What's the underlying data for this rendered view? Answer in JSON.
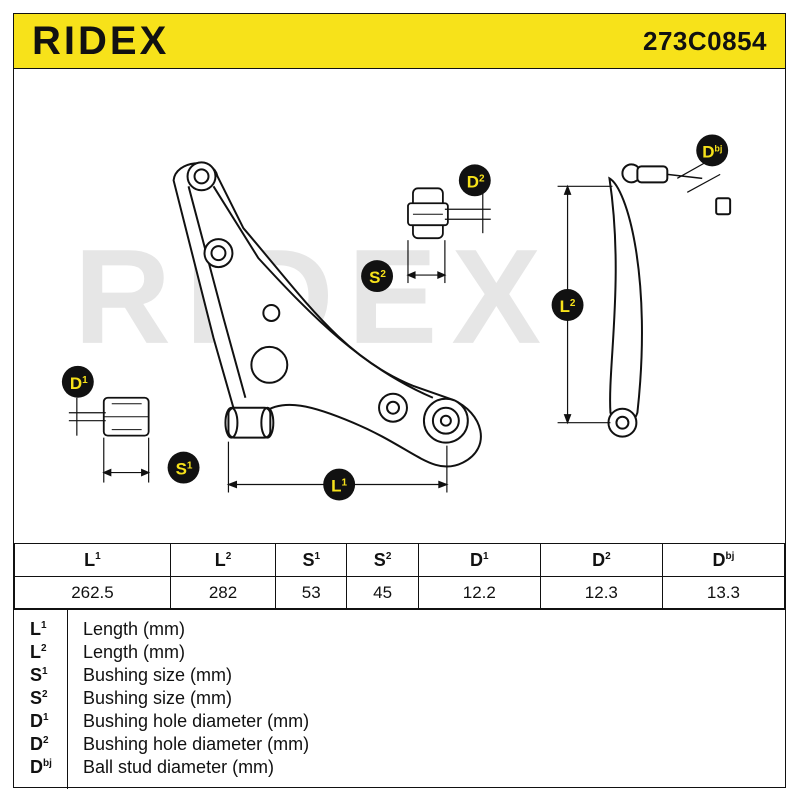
{
  "header": {
    "brand": "RIDEX",
    "part_number": "273C0854"
  },
  "callouts": [
    {
      "sym": "D",
      "sup": "1"
    },
    {
      "sym": "S",
      "sup": "1"
    },
    {
      "sym": "L",
      "sup": "1"
    },
    {
      "sym": "D",
      "sup": "2"
    },
    {
      "sym": "S",
      "sup": "2"
    },
    {
      "sym": "L",
      "sup": "2"
    },
    {
      "sym": "D",
      "sup": "bj"
    }
  ],
  "watermark": "RIDEX",
  "spec": {
    "headers": [
      {
        "sym": "L",
        "sup": "1"
      },
      {
        "sym": "L",
        "sup": "2"
      },
      {
        "sym": "S",
        "sup": "1"
      },
      {
        "sym": "S",
        "sup": "2"
      },
      {
        "sym": "D",
        "sup": "1"
      },
      {
        "sym": "D",
        "sup": "2"
      },
      {
        "sym": "D",
        "sup": "bj"
      }
    ],
    "values": [
      "262.5",
      "282",
      "53",
      "45",
      "12.2",
      "12.3",
      "13.3"
    ]
  },
  "legend": [
    {
      "sym": "L",
      "sup": "1",
      "desc": "Length (mm)"
    },
    {
      "sym": "L",
      "sup": "2",
      "desc": "Length (mm)"
    },
    {
      "sym": "S",
      "sup": "1",
      "desc": "Bushing size (mm)"
    },
    {
      "sym": "S",
      "sup": "2",
      "desc": "Bushing size (mm)"
    },
    {
      "sym": "D",
      "sup": "1",
      "desc": "Bushing hole diameter (mm)"
    },
    {
      "sym": "D",
      "sup": "2",
      "desc": "Bushing hole diameter (mm)"
    },
    {
      "sym": "D",
      "sup": "bj",
      "desc": "Ball stud diameter (mm)"
    }
  ],
  "colors": {
    "accent": "#f7e21a",
    "ink": "#111111",
    "watermark": "#e6e6e6"
  }
}
